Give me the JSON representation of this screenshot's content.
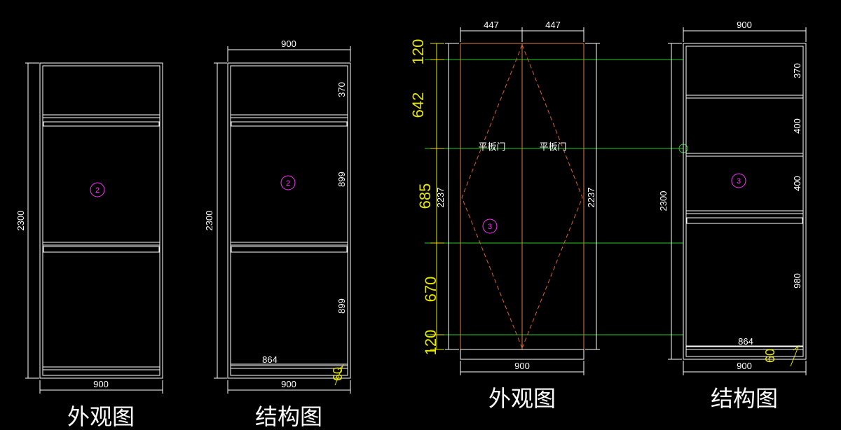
{
  "colors": {
    "background": "#000000",
    "outline": "#ffffff",
    "door_frame": "#e08040",
    "door_swing": "#e06030",
    "level_line": "#22cc22",
    "dim_yellow": "#e6e600",
    "marker": "#ff33ff"
  },
  "panel1": {
    "title": "外观图",
    "width_label": "900",
    "height_label": "2300",
    "marker": "2"
  },
  "panel2": {
    "title": "结构图",
    "top_width": "900",
    "bottom_width": "900",
    "height_label": "2300",
    "seg_top": "370",
    "seg_mid": "899",
    "seg_low": "899",
    "inner_width": "864",
    "base": "60",
    "marker": "2"
  },
  "panel3": {
    "title": "外观图",
    "half_left": "447",
    "half_right": "447",
    "bottom_width": "900",
    "door_left": "平板门",
    "door_right": "平板门",
    "door_height_left": "2237",
    "door_height_right": "2237",
    "seg_1": "120",
    "seg_2": "642",
    "seg_3": "685",
    "seg_4": "670",
    "seg_5": "120",
    "marker": "3"
  },
  "panel4": {
    "title": "结构图",
    "top_width": "900",
    "bottom_width": "900",
    "height_label": "2300",
    "seg_1": "370",
    "seg_2": "400",
    "seg_3": "400",
    "seg_4": "980",
    "inner_width": "864",
    "base": "60",
    "marker": "3"
  }
}
